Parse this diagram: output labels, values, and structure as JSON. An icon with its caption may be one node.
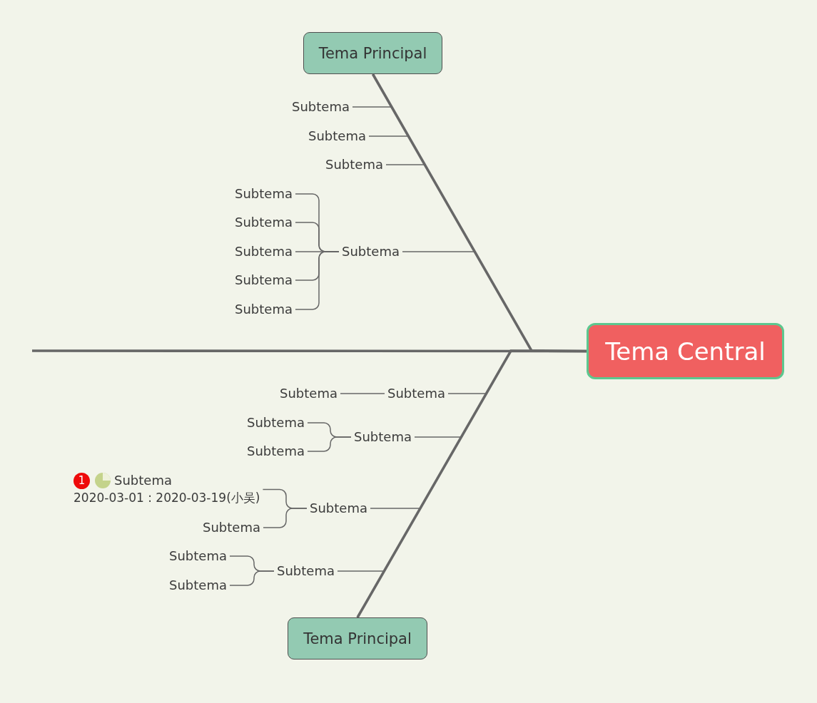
{
  "diagram": {
    "nodes": [
      {
        "text": [
          "Tema Central"
        ]
      },
      {
        "text": [
          "Tema Principal"
        ]
      },
      {
        "text": [
          "Subtema"
        ]
      },
      {
        "text": [
          "Subtema"
        ]
      },
      {
        "text": [
          "Subtema"
        ]
      },
      {
        "text": [
          "Subtema"
        ]
      },
      {
        "text": [
          "Subtema"
        ]
      },
      {
        "text": [
          "Subtema"
        ]
      },
      {
        "text": [
          "Subtema"
        ]
      },
      {
        "text": [
          "Subtema"
        ]
      },
      {
        "text": [
          "Subtema"
        ]
      },
      {
        "text": [
          "Tema Principal"
        ]
      },
      {
        "text": [
          "Subtema"
        ]
      },
      {
        "text": [
          "Subtema"
        ]
      },
      {
        "text": [
          "Subtema"
        ]
      },
      {
        "text": [
          "Subtema"
        ]
      },
      {
        "text": [
          "Subtema"
        ]
      },
      {
        "text": [
          "Subtema"
        ]
      },
      {
        "text": [
          "1",
          "Subtema",
          "2020-03-01 : 2020-03-19(小吴)"
        ]
      },
      {
        "text": [
          "Subtema"
        ]
      },
      {
        "text": [
          "Subtema"
        ]
      },
      {
        "text": [
          "Subtema"
        ]
      },
      {
        "text": [
          "Subtema"
        ]
      }
    ],
    "edges": [
      {
        "from": null,
        "to": 0,
        "arrow": "none",
        "style": "thick"
      },
      {
        "from": 0,
        "to": 1,
        "arrow": "none",
        "style": "thick"
      },
      {
        "from": 0,
        "to": 11,
        "arrow": "none",
        "style": "thick"
      },
      {
        "from": 1,
        "to": 2,
        "arrow": "none"
      },
      {
        "from": 1,
        "to": 3,
        "arrow": "none"
      },
      {
        "from": 1,
        "to": 4,
        "arrow": "none"
      },
      {
        "from": 1,
        "to": 5,
        "arrow": "none"
      },
      {
        "from": 5,
        "to": 6,
        "arrow": "none"
      },
      {
        "from": 5,
        "to": 7,
        "arrow": "none"
      },
      {
        "from": 5,
        "to": 8,
        "arrow": "none"
      },
      {
        "from": 5,
        "to": 9,
        "arrow": "none"
      },
      {
        "from": 5,
        "to": 10,
        "arrow": "none"
      },
      {
        "from": 11,
        "to": 12,
        "arrow": "none"
      },
      {
        "from": 12,
        "to": 13,
        "arrow": "none"
      },
      {
        "from": 11,
        "to": 14,
        "arrow": "none"
      },
      {
        "from": 14,
        "to": 15,
        "arrow": "none"
      },
      {
        "from": 14,
        "to": 16,
        "arrow": "none"
      },
      {
        "from": 11,
        "to": 17,
        "arrow": "none"
      },
      {
        "from": 17,
        "to": 18,
        "arrow": "none"
      },
      {
        "from": 17,
        "to": 19,
        "arrow": "none"
      },
      {
        "from": 11,
        "to": 20,
        "arrow": "none"
      },
      {
        "from": 20,
        "to": 21,
        "arrow": "none"
      },
      {
        "from": 20,
        "to": 22,
        "arrow": "none"
      }
    ]
  }
}
